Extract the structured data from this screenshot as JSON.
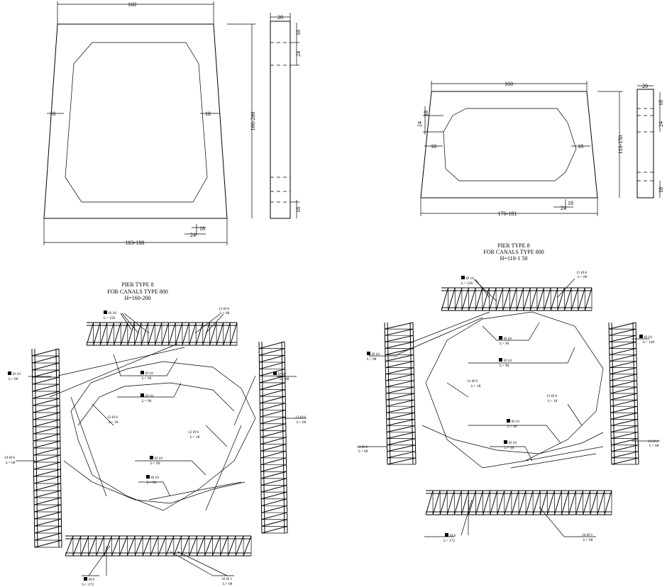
{
  "dimensions": {
    "left": {
      "top_width": "160",
      "bottom_width": "183-188",
      "height": "160-200",
      "wall_left": "18",
      "wall_right": "18",
      "side_top": "20",
      "side_seg_a": "18",
      "side_seg_b": "24",
      "side_seg_c": "18",
      "chamfer_v": "18",
      "chamfer_h": "24"
    },
    "right": {
      "top_width": "160",
      "bottom_width": "176-181",
      "height": "110-150",
      "wall_left": "18",
      "wall_right": "18",
      "side_top": "20",
      "side_seg_a": "18",
      "side_seg_b": "24",
      "side_seg_c": "18",
      "haunch_a": "24",
      "haunch_b": "18",
      "chamfer_v": "18",
      "chamfer_h": "24"
    }
  },
  "titles": {
    "left": {
      "line1": "PIER TYPE 8",
      "line2": "FOR CANALS TYPE 800",
      "line3": "H=160-200"
    },
    "right": {
      "line1": "PIER TYPE 8",
      "line2": "FOR CANALS TYPE 800",
      "line3": "H=110-1 50"
    }
  },
  "bars_left": [
    {
      "mark": "Ø 10",
      "len": "L= 158"
    },
    {
      "mark": "13 Ø 6",
      "len": "L= 68"
    },
    {
      "mark": "Ø 10",
      "len": "L= 98"
    },
    {
      "mark": "Ø 10",
      "len": "L= 98"
    },
    {
      "mark": "Ø 10",
      "len": "L= 90"
    },
    {
      "mark": "Ø 10",
      "len": "L= 90"
    },
    {
      "mark": "12 Ø 6",
      "len": "L= 18"
    },
    {
      "mark": "12 Ø 6",
      "len": "L= 18"
    },
    {
      "mark": "13 Ø 6",
      "len": "L= 68"
    },
    {
      "mark": "19 Ø 6",
      "len": "L= 68"
    },
    {
      "mark": "Ø 10",
      "len": "L= 90"
    },
    {
      "mark": "Ø 10",
      "len": "L= 90"
    },
    {
      "mark": "Ø 8",
      "len": "L= 172"
    },
    {
      "mark": "16 Ø 5",
      "len": "L= 68"
    }
  ],
  "bars_right": [
    {
      "mark": "Ø 10",
      "len": "L= 158"
    },
    {
      "mark": "15 Ø 6",
      "len": "L= 68"
    },
    {
      "mark": "Ø 10",
      "len": "L= 148"
    },
    {
      "mark": "Ø 10",
      "len": "L= 98"
    },
    {
      "mark": "Ø 10",
      "len": "L= 90"
    },
    {
      "mark": "Ø 10",
      "len": "L= 90"
    },
    {
      "mark": "12 Ø 6",
      "len": "L= 18"
    },
    {
      "mark": "12 Ø 6",
      "len": "L= 18"
    },
    {
      "mark": "Ø 10",
      "len": "L= 90"
    },
    {
      "mark": "Ø 10",
      "len": "L= 90"
    },
    {
      "mark": "14 Ø 6",
      "len": "L= 68"
    },
    {
      "mark": "14 Ø 6",
      "len": "L= 68"
    },
    {
      "mark": "Ø 8",
      "len": "L= 172"
    },
    {
      "mark": "16 Ø 5",
      "len": "L= 68"
    }
  ]
}
